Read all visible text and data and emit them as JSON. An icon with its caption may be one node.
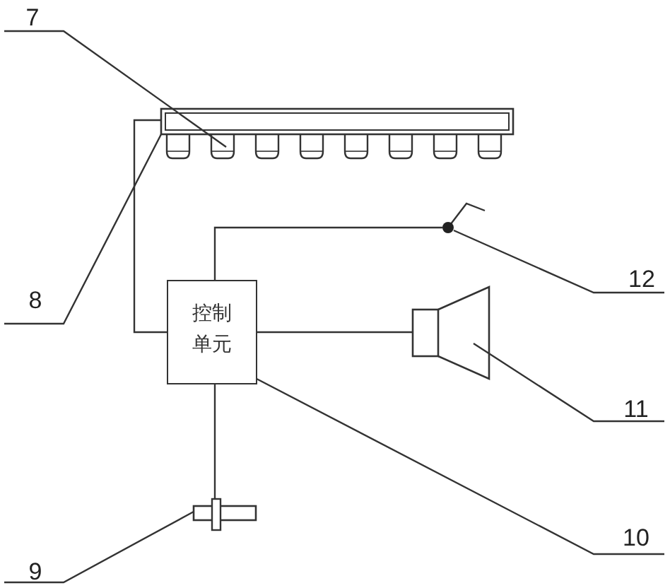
{
  "diagram": {
    "nodes": [
      {
        "text": [
          "7"
        ]
      },
      {
        "text": [],
        "shape": "bar"
      },
      {
        "text": [
          "8"
        ]
      },
      {
        "text": [],
        "shape": "circle"
      },
      {
        "text": [
          "12"
        ]
      },
      {
        "text": [
          "控制单元"
        ]
      },
      {
        "text": [],
        "shape": "speaker"
      },
      {
        "text": [
          "11"
        ]
      },
      {
        "text": [],
        "shape": "box"
      },
      {
        "text": [
          "10"
        ]
      },
      {
        "text": [
          "9"
        ]
      }
    ],
    "edges": [
      {
        "from": 0,
        "to": 1,
        "arrow": "none"
      },
      {
        "from": 2,
        "to": 1,
        "arrow": "none"
      },
      {
        "from": 5,
        "to": 1,
        "arrow": "none"
      },
      {
        "from": 5,
        "to": 3,
        "arrow": "none"
      },
      {
        "from": 4,
        "to": 3,
        "arrow": "none"
      },
      {
        "from": 5,
        "to": 6,
        "arrow": "none"
      },
      {
        "from": 7,
        "to": 6,
        "arrow": "none"
      },
      {
        "from": 9,
        "to": 5,
        "arrow": "none"
      },
      {
        "from": 5,
        "to": 8,
        "arrow": "none"
      },
      {
        "from": 10,
        "to": 8,
        "arrow": "none"
      }
    ]
  }
}
